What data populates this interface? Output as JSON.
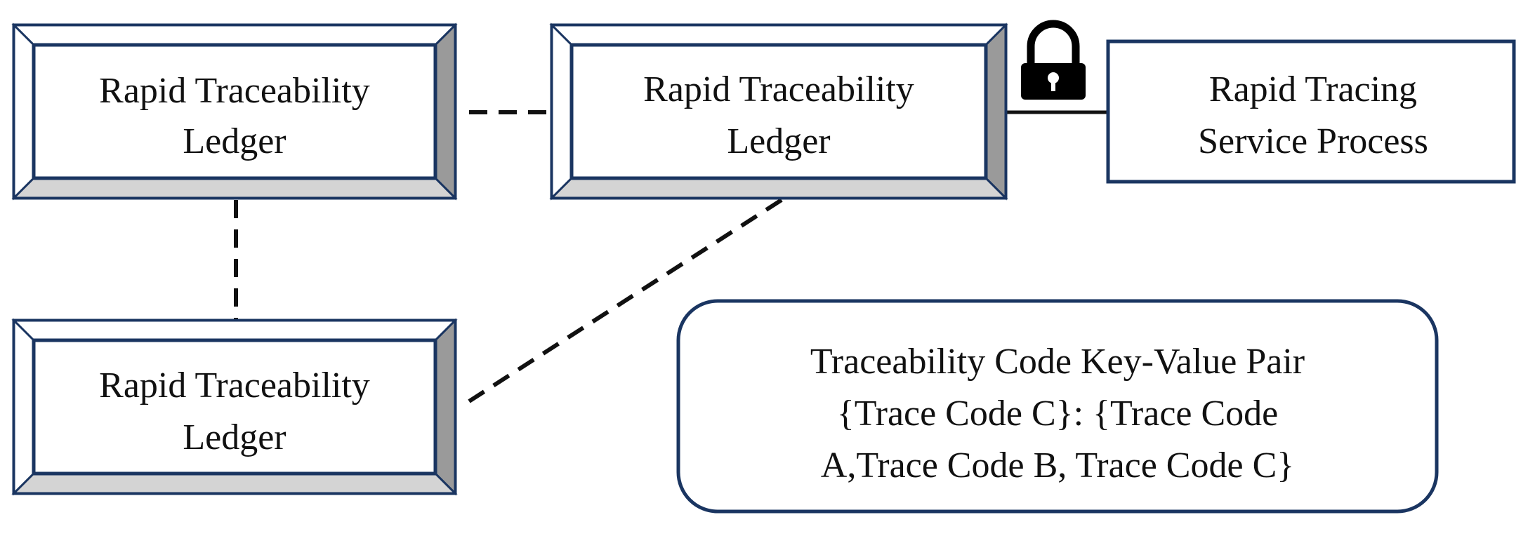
{
  "colors": {
    "navy": "#1a3561",
    "bevel_dark": "#9a9a9a",
    "bevel_light": "#d4d4d4",
    "bevel_white": "#ffffff",
    "connector": "#111111",
    "lock": "#000000"
  },
  "ledgers": [
    {
      "line1": "Rapid Traceability",
      "line2": "Ledger"
    },
    {
      "line1": "Rapid Traceability",
      "line2": "Ledger"
    },
    {
      "line1": "Rapid Traceability",
      "line2": "Ledger"
    }
  ],
  "service": {
    "line1": "Rapid Tracing",
    "line2": "Service Process"
  },
  "kv_pair": {
    "line1": "Traceability Code Key-Value Pair",
    "line2": "{Trace Code C}: {Trace Code",
    "line3": "A,Trace Code B, Trace Code C}"
  },
  "icons": {
    "lock": "padlock-icon"
  }
}
